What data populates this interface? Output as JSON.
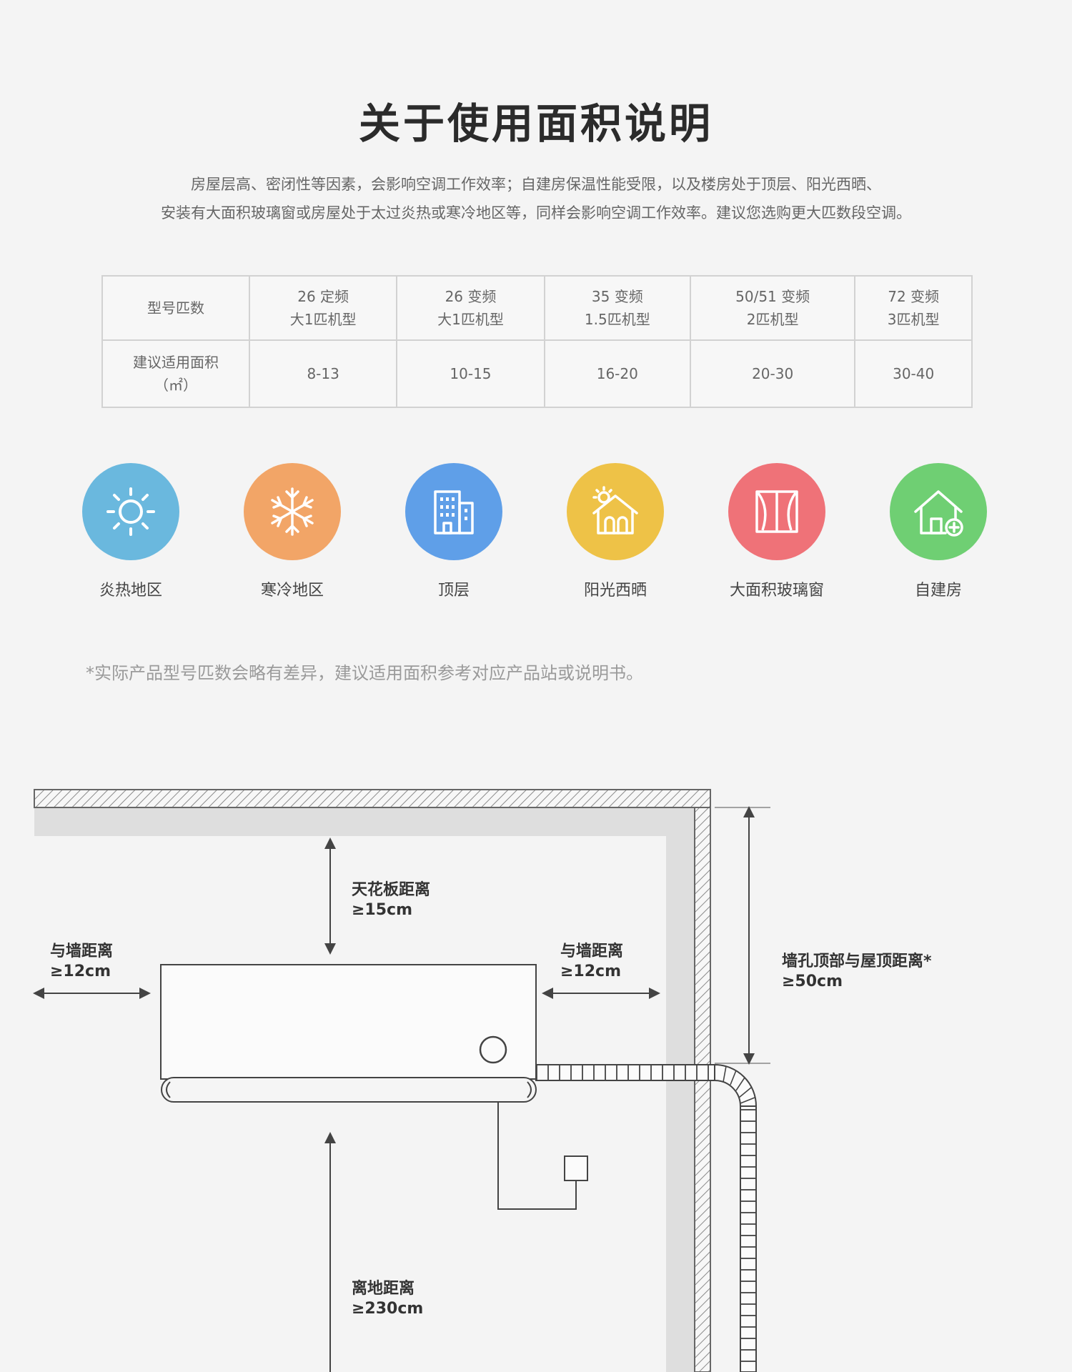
{
  "title": "关于使用面积说明",
  "description": [
    "房屋层高、密闭性等因素，会影响空调工作效率；自建房保温性能受限，以及楼房处于顶层、阳光西晒、",
    "安装有大面积玻璃窗或房屋处于太过炎热或寒冷地区等，同样会影响空调工作效率。建议您选购更大匹数段空调。"
  ],
  "table": {
    "row1_header": "型号匹数",
    "row2_header": [
      "建议适用面积",
      "（㎡）"
    ],
    "columns": [
      {
        "model": "26 定频",
        "type": "大1匹机型",
        "area": "8-13"
      },
      {
        "model": "26 变频",
        "type": "大1匹机型",
        "area": "10-15"
      },
      {
        "model": "35 变频",
        "type": "1.5匹机型",
        "area": "16-20"
      },
      {
        "model": "50/51 变频",
        "type": "2匹机型",
        "area": "20-30"
      },
      {
        "model": "72 变频",
        "type": "3匹机型",
        "area": "30-40"
      }
    ]
  },
  "icons": [
    {
      "label": "炎热地区",
      "icon": "sun-icon",
      "color": "#6ab8de"
    },
    {
      "label": "寒冷地区",
      "icon": "snowflake-icon",
      "color": "#f2a567"
    },
    {
      "label": "顶层",
      "icon": "building-icon",
      "color": "#5f9fe8"
    },
    {
      "label": "阳光西晒",
      "icon": "sunny-house-icon",
      "color": "#eec247"
    },
    {
      "label": "大面积玻璃窗",
      "icon": "window-icon",
      "color": "#ef7278"
    },
    {
      "label": "自建房",
      "icon": "house-plus-icon",
      "color": "#6fcf73"
    }
  ],
  "note": "*实际产品型号匹数会略有差异，建议适用面积参考对应产品站或说明书。",
  "diagram": {
    "ceiling": {
      "line1": "天花板距离",
      "line2": "≥15cm"
    },
    "wall_left": {
      "line1": "与墙距离",
      "line2": "≥12cm"
    },
    "wall_right": {
      "line1": "与墙距离",
      "line2": "≥12cm"
    },
    "hole": {
      "line1": "墙孔顶部与屋顶距离*",
      "line2": "≥50cm"
    },
    "floor": {
      "line1": "离地距离",
      "line2": "≥230cm"
    }
  }
}
